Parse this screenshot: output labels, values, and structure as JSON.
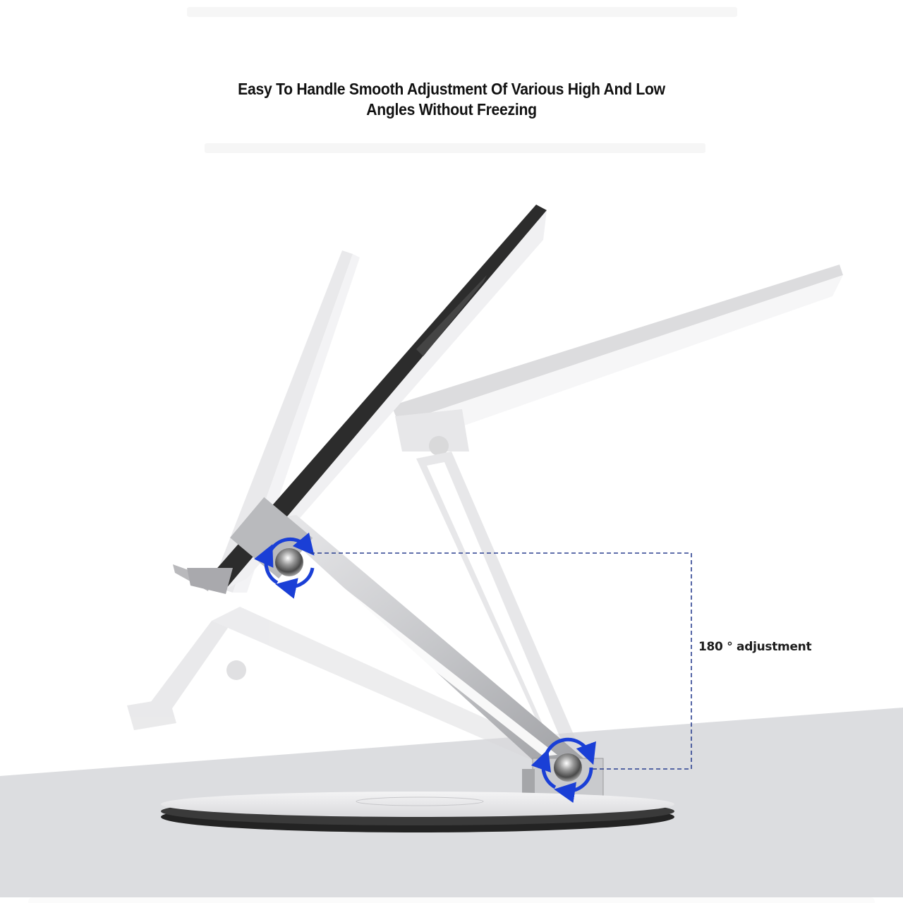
{
  "headline": {
    "line1": "Easy To Handle Smooth Adjustment Of Various High And Low",
    "line2": "Angles Without Freezing"
  },
  "annotation": {
    "label": "180 ° adjustment",
    "color": "#1f3f9e"
  },
  "hinges": [
    {
      "name": "upper-hinge",
      "icon": "rotate-arrows-icon",
      "color": "#1a3fd6"
    },
    {
      "name": "lower-hinge",
      "icon": "rotate-arrows-icon",
      "color": "#1a3fd6"
    }
  ],
  "colors": {
    "background": "#ffffff",
    "floor": "#dcdde0",
    "metal": "#c9cacd",
    "base_edge": "#2b2b2b",
    "arrow_blue": "#1a3fd6"
  }
}
